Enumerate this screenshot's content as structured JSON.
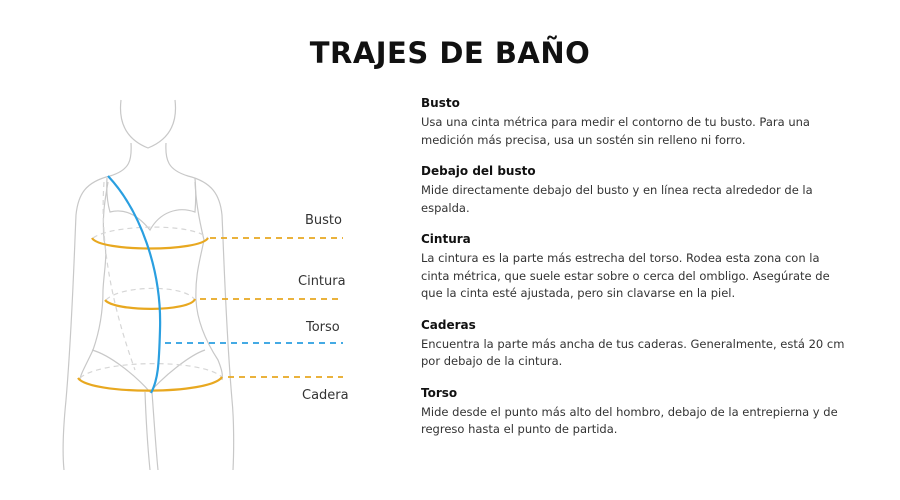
{
  "title": "TRAJES DE BAÑO",
  "diagram": {
    "labels": {
      "busto": "Busto",
      "cintura": "Cintura",
      "torso": "Torso",
      "cadera": "Cadera"
    },
    "colors": {
      "band": "#e8a820",
      "torso": "#2a9fe0",
      "outline": "#c8c8c8"
    }
  },
  "sections": [
    {
      "heading": "Busto",
      "text": "Usa una cinta métrica para medir el contorno de tu busto. Para una medición más precisa, usa un sostén sin relleno ni forro."
    },
    {
      "heading": "Debajo del busto",
      "text": "Mide directamente debajo del busto y en línea recta alrededor de la espalda."
    },
    {
      "heading": "Cintura",
      "text": "La cintura es la parte más estrecha del torso. Rodea esta zona con la cinta métrica, que suele estar sobre o cerca del ombligo. Asegúrate de que la cinta esté ajustada, pero sin clavarse en la piel."
    },
    {
      "heading": "Caderas",
      "text": "Encuentra la parte más ancha de tus caderas. Generalmente, está 20 cm por debajo de la cintura."
    },
    {
      "heading": "Torso",
      "text": "Mide desde el punto más alto del hombro, debajo de la entrepierna y de regreso hasta el punto de partida."
    }
  ]
}
